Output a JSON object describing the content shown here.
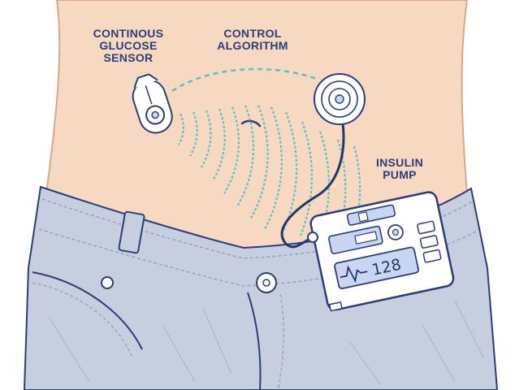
{
  "labels": {
    "sensor": [
      "CONTINOUS",
      "GLUCOSE",
      "SENSOR"
    ],
    "algorithm": [
      "CONTROL",
      "ALGORITHM"
    ],
    "pump": [
      "INSULIN",
      "PUMP"
    ]
  },
  "pump_display": {
    "reading": "128"
  },
  "colors": {
    "skin": "#f7d9c2",
    "skin_outline": "#d9a78a",
    "denim": "#c5cfe0",
    "denim_stitch": "#8fa0c2",
    "outline": "#2c3e78",
    "signal": "#5fbfc0",
    "device": "#ffffff",
    "display": "#c9d6f2"
  },
  "icons": [
    "glucose-sensor-icon",
    "control-algorithm-icon",
    "insulin-pump-icon",
    "heartbeat-icon"
  ]
}
